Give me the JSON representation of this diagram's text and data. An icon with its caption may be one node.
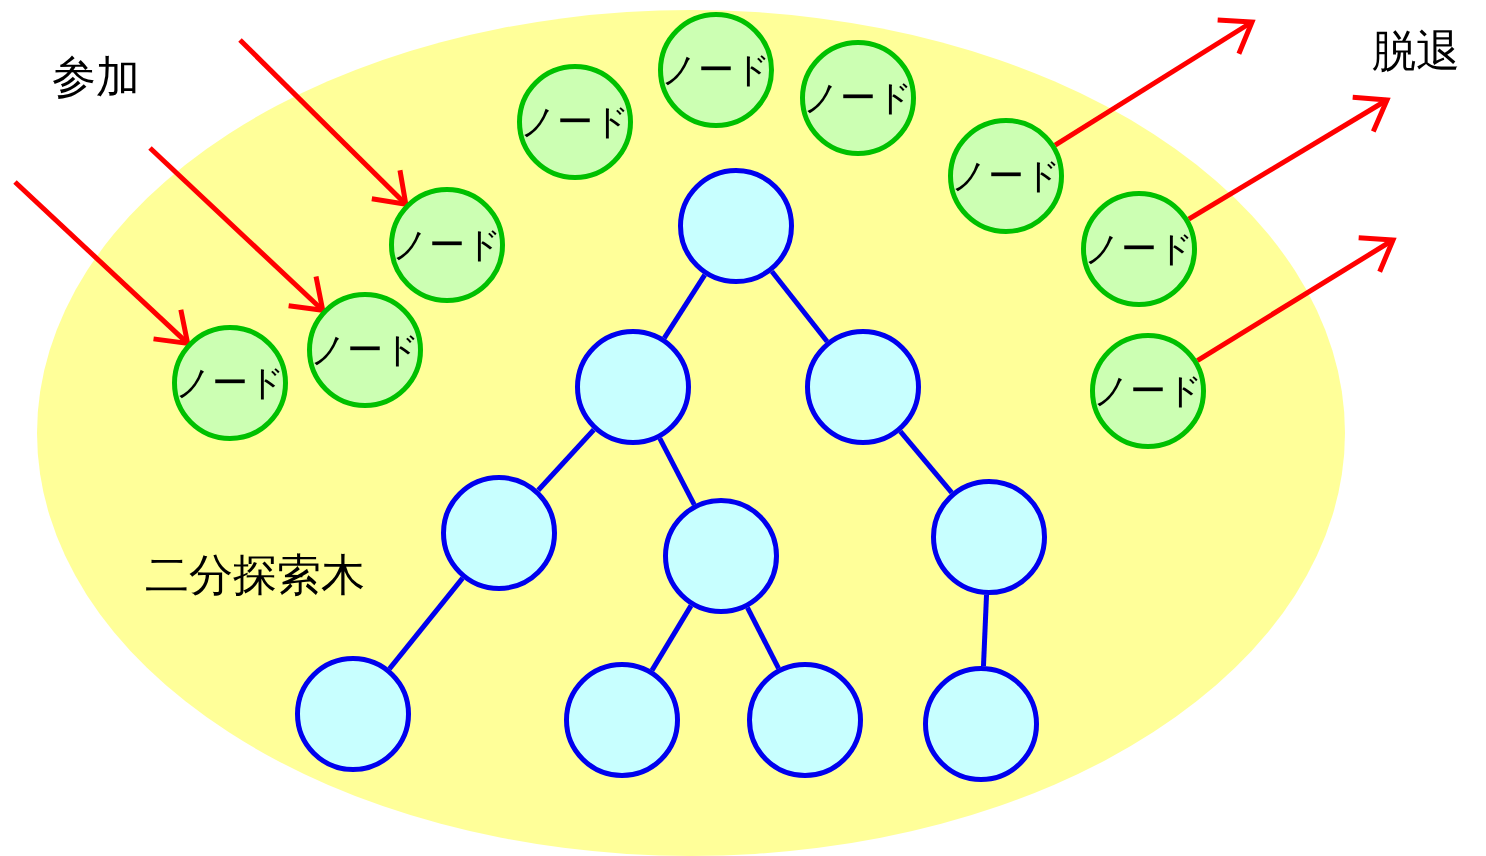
{
  "diagram": {
    "nodes": [
      {
        "text": [],
        "shape": "ellipse"
      },
      {
        "text": [
          "ノード"
        ],
        "in": 0
      },
      {
        "text": [
          "ノード"
        ],
        "in": 0
      },
      {
        "text": [
          "ノード"
        ],
        "in": 0
      },
      {
        "text": [
          "ノード"
        ],
        "in": 0
      },
      {
        "text": [
          "ノード"
        ],
        "in": 0
      },
      {
        "text": [
          "ノード"
        ],
        "in": 0
      },
      {
        "text": [
          "ノード"
        ],
        "in": 0
      },
      {
        "text": [
          "ノード"
        ],
        "in": 0
      },
      {
        "text": [
          "ノード"
        ],
        "in": 0
      },
      {
        "text": [],
        "shape": "circle",
        "in": 0
      },
      {
        "text": [],
        "shape": "circle",
        "in": 0
      },
      {
        "text": [],
        "shape": "circle",
        "in": 0
      },
      {
        "text": [],
        "shape": "circle",
        "in": 0
      },
      {
        "text": [],
        "shape": "circle",
        "in": 0
      },
      {
        "text": [],
        "shape": "circle",
        "in": 0
      },
      {
        "text": [],
        "shape": "circle",
        "in": 0
      },
      {
        "text": [],
        "shape": "circle",
        "in": 0
      },
      {
        "text": [],
        "shape": "circle",
        "in": 0
      },
      {
        "text": [],
        "shape": "circle",
        "in": 0
      }
    ],
    "edges": [
      {
        "from": 10,
        "to": 11,
        "arrow": "none"
      },
      {
        "from": 10,
        "to": 12,
        "arrow": "none"
      },
      {
        "from": 11,
        "to": 13,
        "arrow": "none"
      },
      {
        "from": 11,
        "to": 14,
        "arrow": "none"
      },
      {
        "from": 12,
        "to": 15,
        "arrow": "none"
      },
      {
        "from": 13,
        "to": 16,
        "arrow": "none"
      },
      {
        "from": 14,
        "to": 17,
        "arrow": "none"
      },
      {
        "from": 14,
        "to": 18,
        "arrow": "none"
      },
      {
        "from": 15,
        "to": 19,
        "arrow": "none"
      },
      {
        "from": null,
        "to": 5,
        "arrow": "to",
        "color": "#ff0000"
      },
      {
        "from": null,
        "to": 7,
        "arrow": "to",
        "color": "#ff0000"
      },
      {
        "from": null,
        "to": 8,
        "arrow": "to",
        "color": "#ff0000"
      },
      {
        "from": 4,
        "to": null,
        "arrow": "to",
        "color": "#ff0000"
      },
      {
        "from": 6,
        "to": null,
        "arrow": "to",
        "color": "#ff0000"
      },
      {
        "from": 9,
        "to": null,
        "arrow": "to",
        "color": "#ff0000"
      }
    ],
    "labels": [
      "参加",
      "脱退",
      "二分探索木"
    ]
  }
}
